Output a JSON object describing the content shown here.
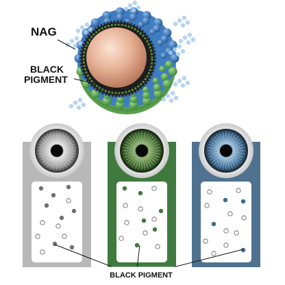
{
  "labels": {
    "nag": "NAG",
    "black_pigment_line1": "BLACK",
    "black_pigment_line2": "PIGMENT",
    "bottom_badge": "BLACK PIGMENT"
  },
  "colors": {
    "gray_panel": "#b8b8b8",
    "green_panel": "#3f7a3e",
    "blue_panel": "#4f7290",
    "gray_dot": "#707070",
    "green_dot": "#3f7a3e",
    "blue_dot": "#3a6a8e",
    "sphere_blue": "#3a6fb0",
    "sphere_green": "#5aa04e",
    "core": "#e8b89a",
    "badge_bg": "#ffffff",
    "badge_text": "#111111"
  },
  "panels": [
    {
      "name": "gray-eye-panel",
      "color": "gray_panel",
      "iris": "gray",
      "dot_color": "gray_dot"
    },
    {
      "name": "green-eye-panel",
      "color": "green_panel",
      "iris": "green",
      "dot_color": "green_dot"
    },
    {
      "name": "blue-eye-panel",
      "color": "blue_panel",
      "iris": "blue",
      "dot_color": "blue_dot"
    }
  ]
}
